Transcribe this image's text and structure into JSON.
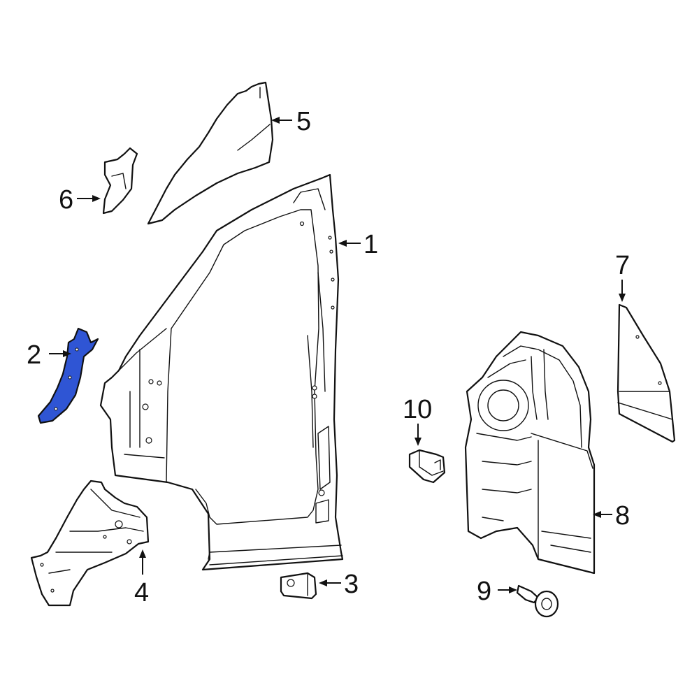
{
  "callouts": [
    {
      "id": "1",
      "label": "1"
    },
    {
      "id": "2",
      "label": "2"
    },
    {
      "id": "3",
      "label": "3"
    },
    {
      "id": "4",
      "label": "4"
    },
    {
      "id": "5",
      "label": "5"
    },
    {
      "id": "6",
      "label": "6"
    },
    {
      "id": "7",
      "label": "7"
    },
    {
      "id": "8",
      "label": "8"
    },
    {
      "id": "9",
      "label": "9"
    },
    {
      "id": "10",
      "label": "10"
    }
  ],
  "highlighted_part": "2",
  "colors": {
    "highlight": "#2f55d4",
    "line": "#111111",
    "background": "#ffffff"
  }
}
